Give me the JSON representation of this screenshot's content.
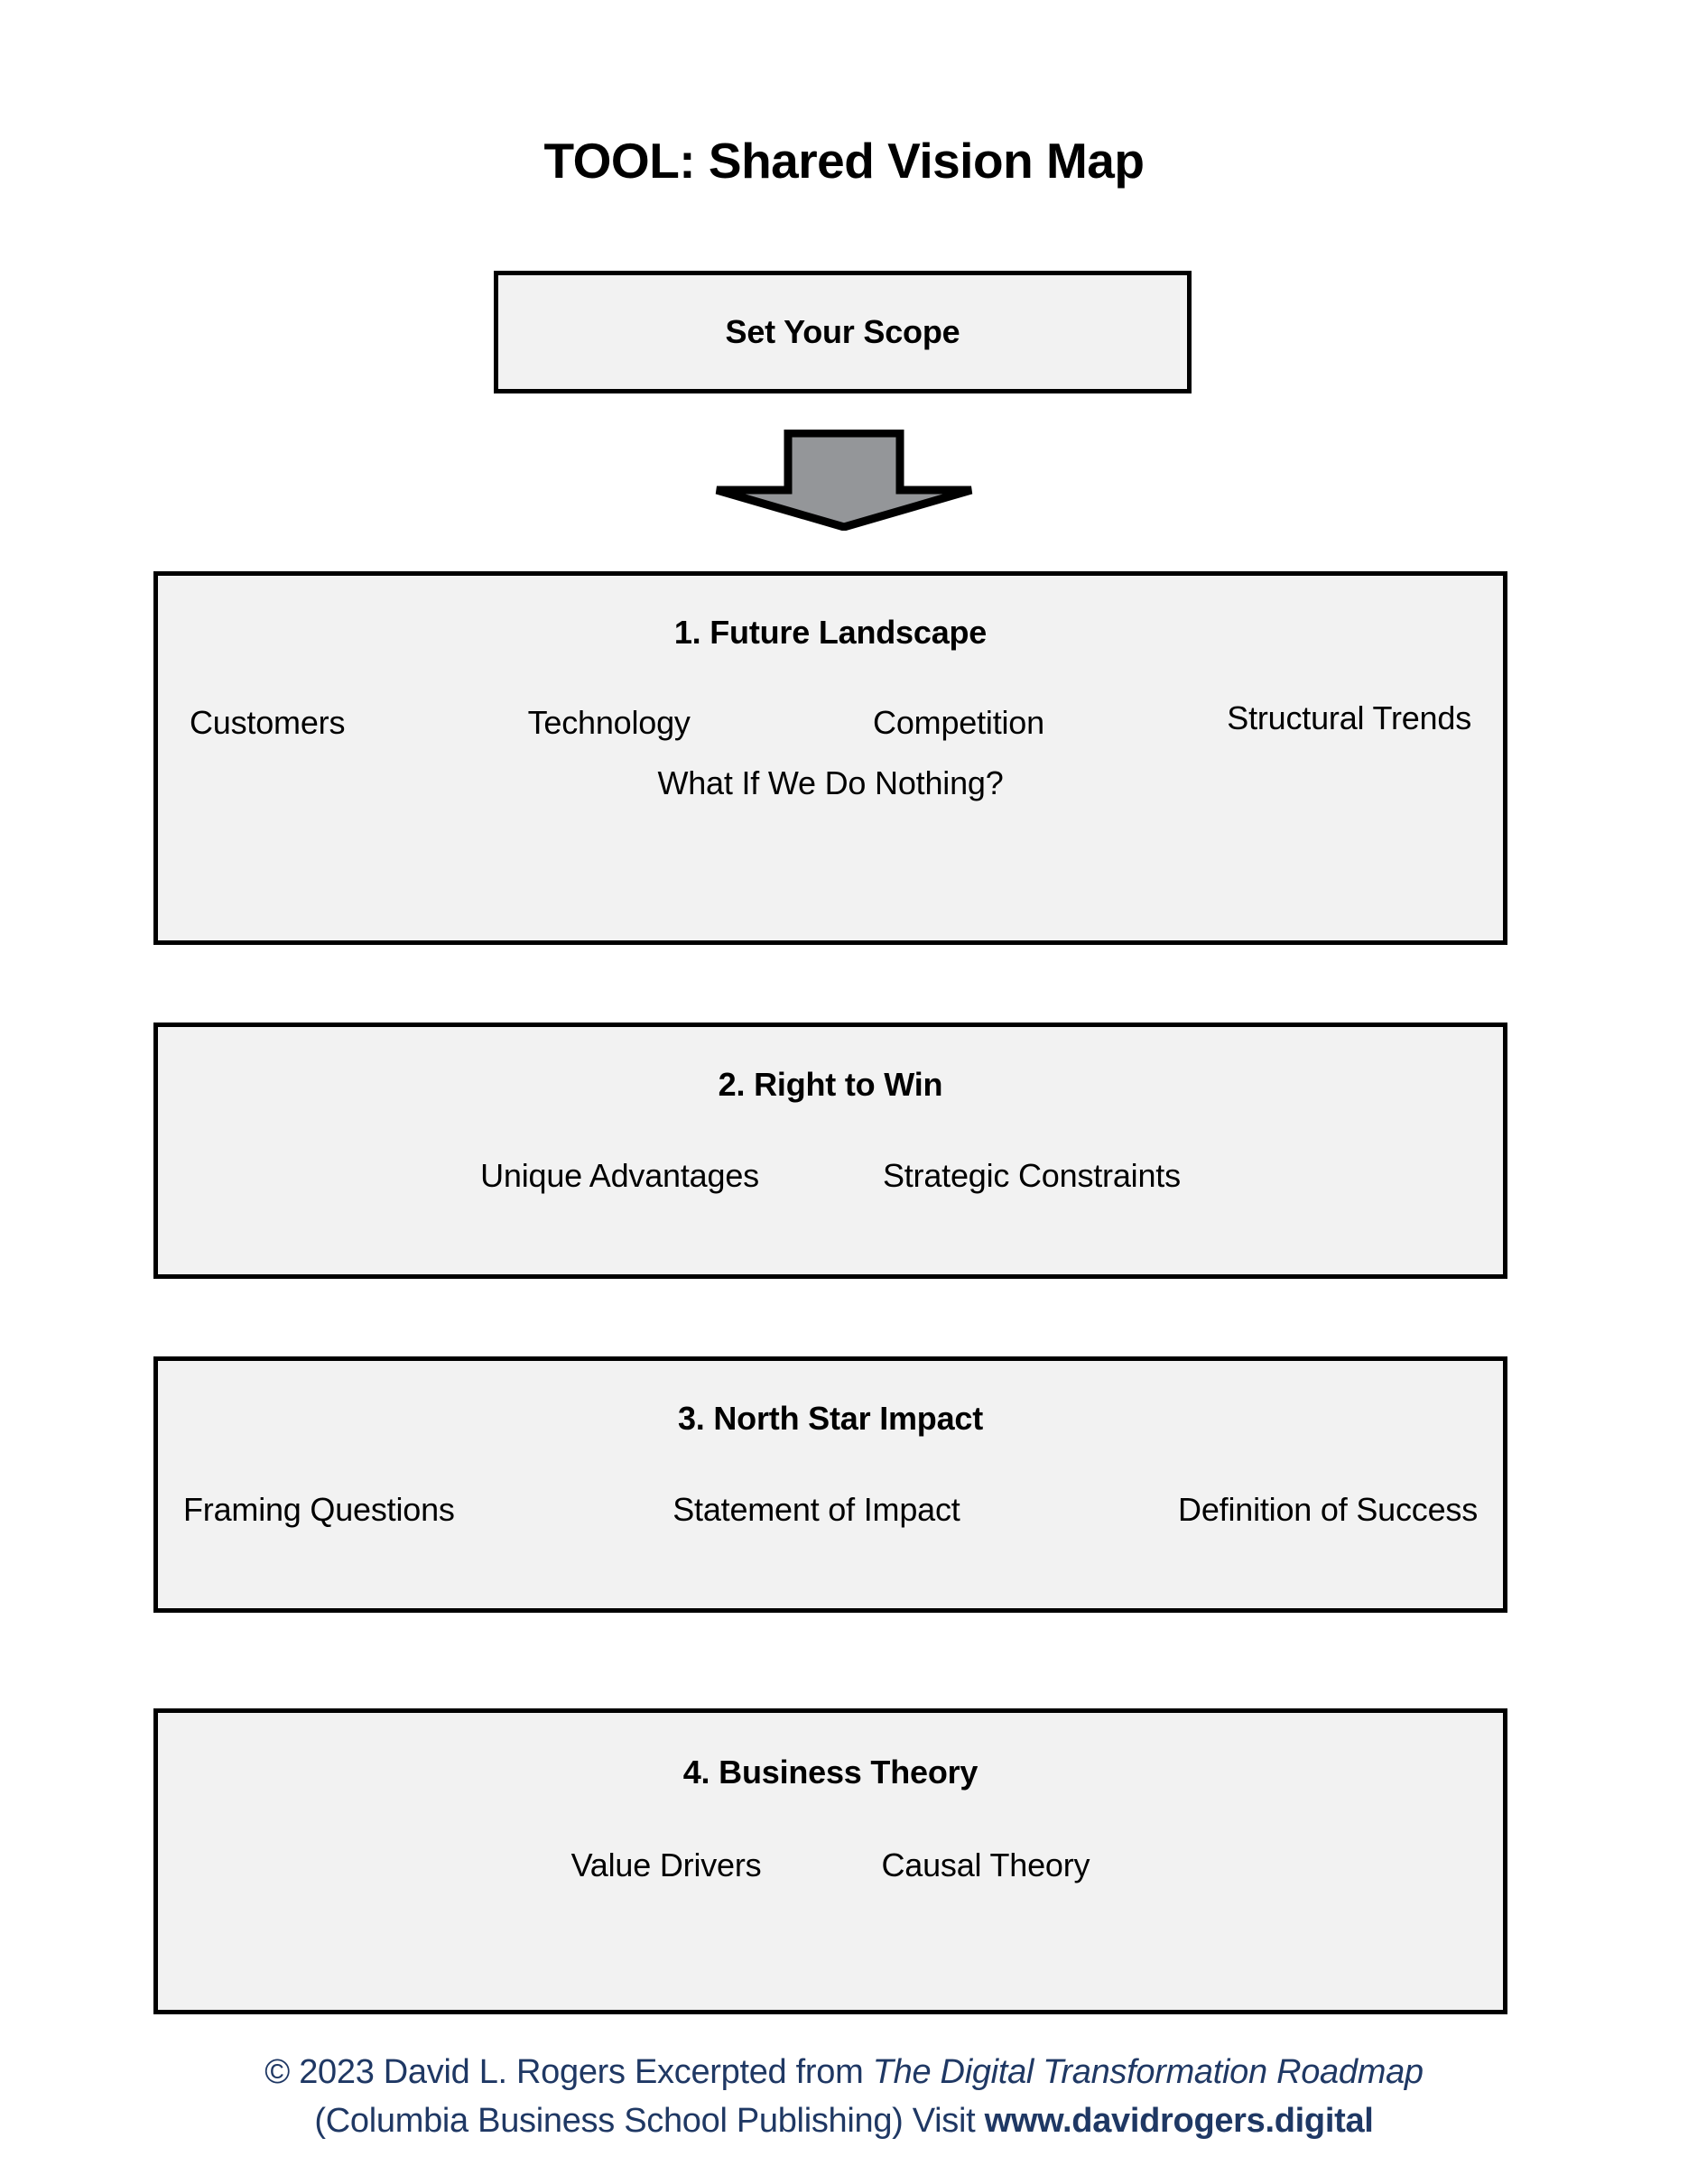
{
  "page": {
    "title": "TOOL: Shared Vision Map",
    "background_color": "#FFFFFF"
  },
  "colors": {
    "box_fill": "#F2F2F2",
    "box_border": "#000000",
    "arrow_fill": "#949699",
    "arrow_stroke": "#000000",
    "footer_text": "#1F3864"
  },
  "scope": {
    "label": "Set Your Scope"
  },
  "arrow": {
    "icon_name": "down-arrow-icon",
    "direction": "down"
  },
  "stages": [
    {
      "heading": "1. Future Landscape",
      "row_a": [
        "Customers",
        "Technology",
        "Competition",
        "Structural Trends"
      ],
      "row_b": [
        "What If We Do Nothing?"
      ]
    },
    {
      "heading": "2. Right to Win",
      "row_a": [
        "Unique Advantages",
        "Strategic Constraints"
      ],
      "row_b": []
    },
    {
      "heading": "3. North Star Impact",
      "row_a": [
        "Framing Questions",
        "Statement of Impact",
        "Definition of Success"
      ],
      "row_b": []
    },
    {
      "heading": "4. Business Theory",
      "row_a": [
        "Value Drivers",
        "Causal Theory"
      ],
      "row_b": []
    }
  ],
  "footer": {
    "line1_prefix": "© 2023 David L. Rogers  Excerpted from ",
    "line1_book": "The Digital Transformation Roadmap",
    "line2_prefix": "(Columbia Business School Publishing) Visit ",
    "line2_site": "www.davidrogers.digital"
  }
}
